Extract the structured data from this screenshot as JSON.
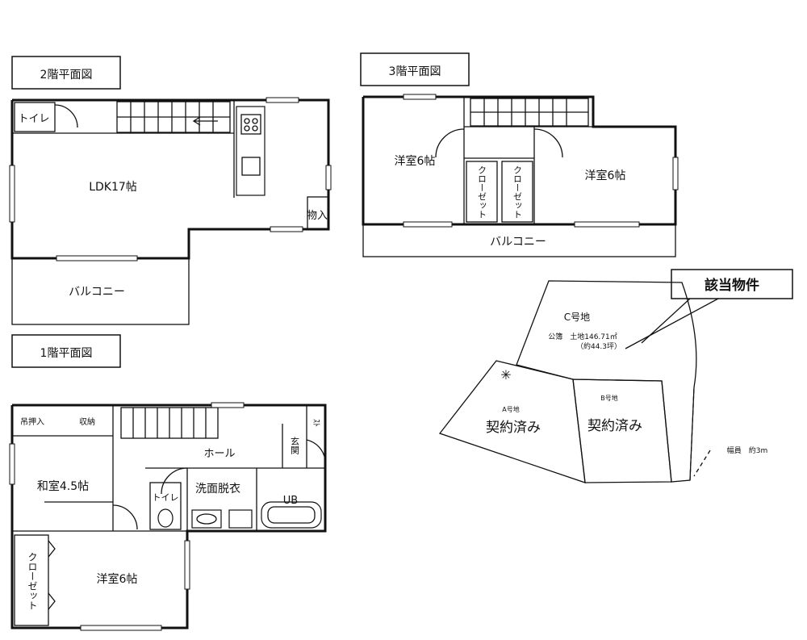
{
  "floors": {
    "floor2": {
      "title": "2階平面図",
      "rooms": {
        "toilet": "トイレ",
        "ldk": "LDK17帖",
        "storage": "物入",
        "balcony": "バルコニー"
      }
    },
    "floor3": {
      "title": "3階平面図",
      "rooms": {
        "west_room": "洋室6帖",
        "closet_a": "クローゼット",
        "closet_b": "クローゼット",
        "east_room": "洋室6帖",
        "balcony": "バルコニー"
      }
    },
    "floor1": {
      "title": "1階平面図",
      "rooms": {
        "storage_left": "吊押入",
        "storage_right": "収納",
        "hall": "ホール",
        "entrance": "玄関",
        "shoes": "ｽﾄ",
        "japanese_room": "和室4.5帖",
        "toilet": "トイレ",
        "washroom": "洗面脱衣",
        "bath": "UB",
        "closet": "クローゼット",
        "western_room": "洋室6帖"
      }
    }
  },
  "site_plan": {
    "callout": "該当物件",
    "lot_c": {
      "title": "C号地",
      "line1": "公簿　土地146.71㎡",
      "line2": "（約44.3坪）"
    },
    "lot_a": {
      "title": "A号地",
      "status": "契約済み"
    },
    "lot_b": {
      "title": "B号地",
      "status": "契約済み"
    },
    "road": "幅員　約3m"
  }
}
